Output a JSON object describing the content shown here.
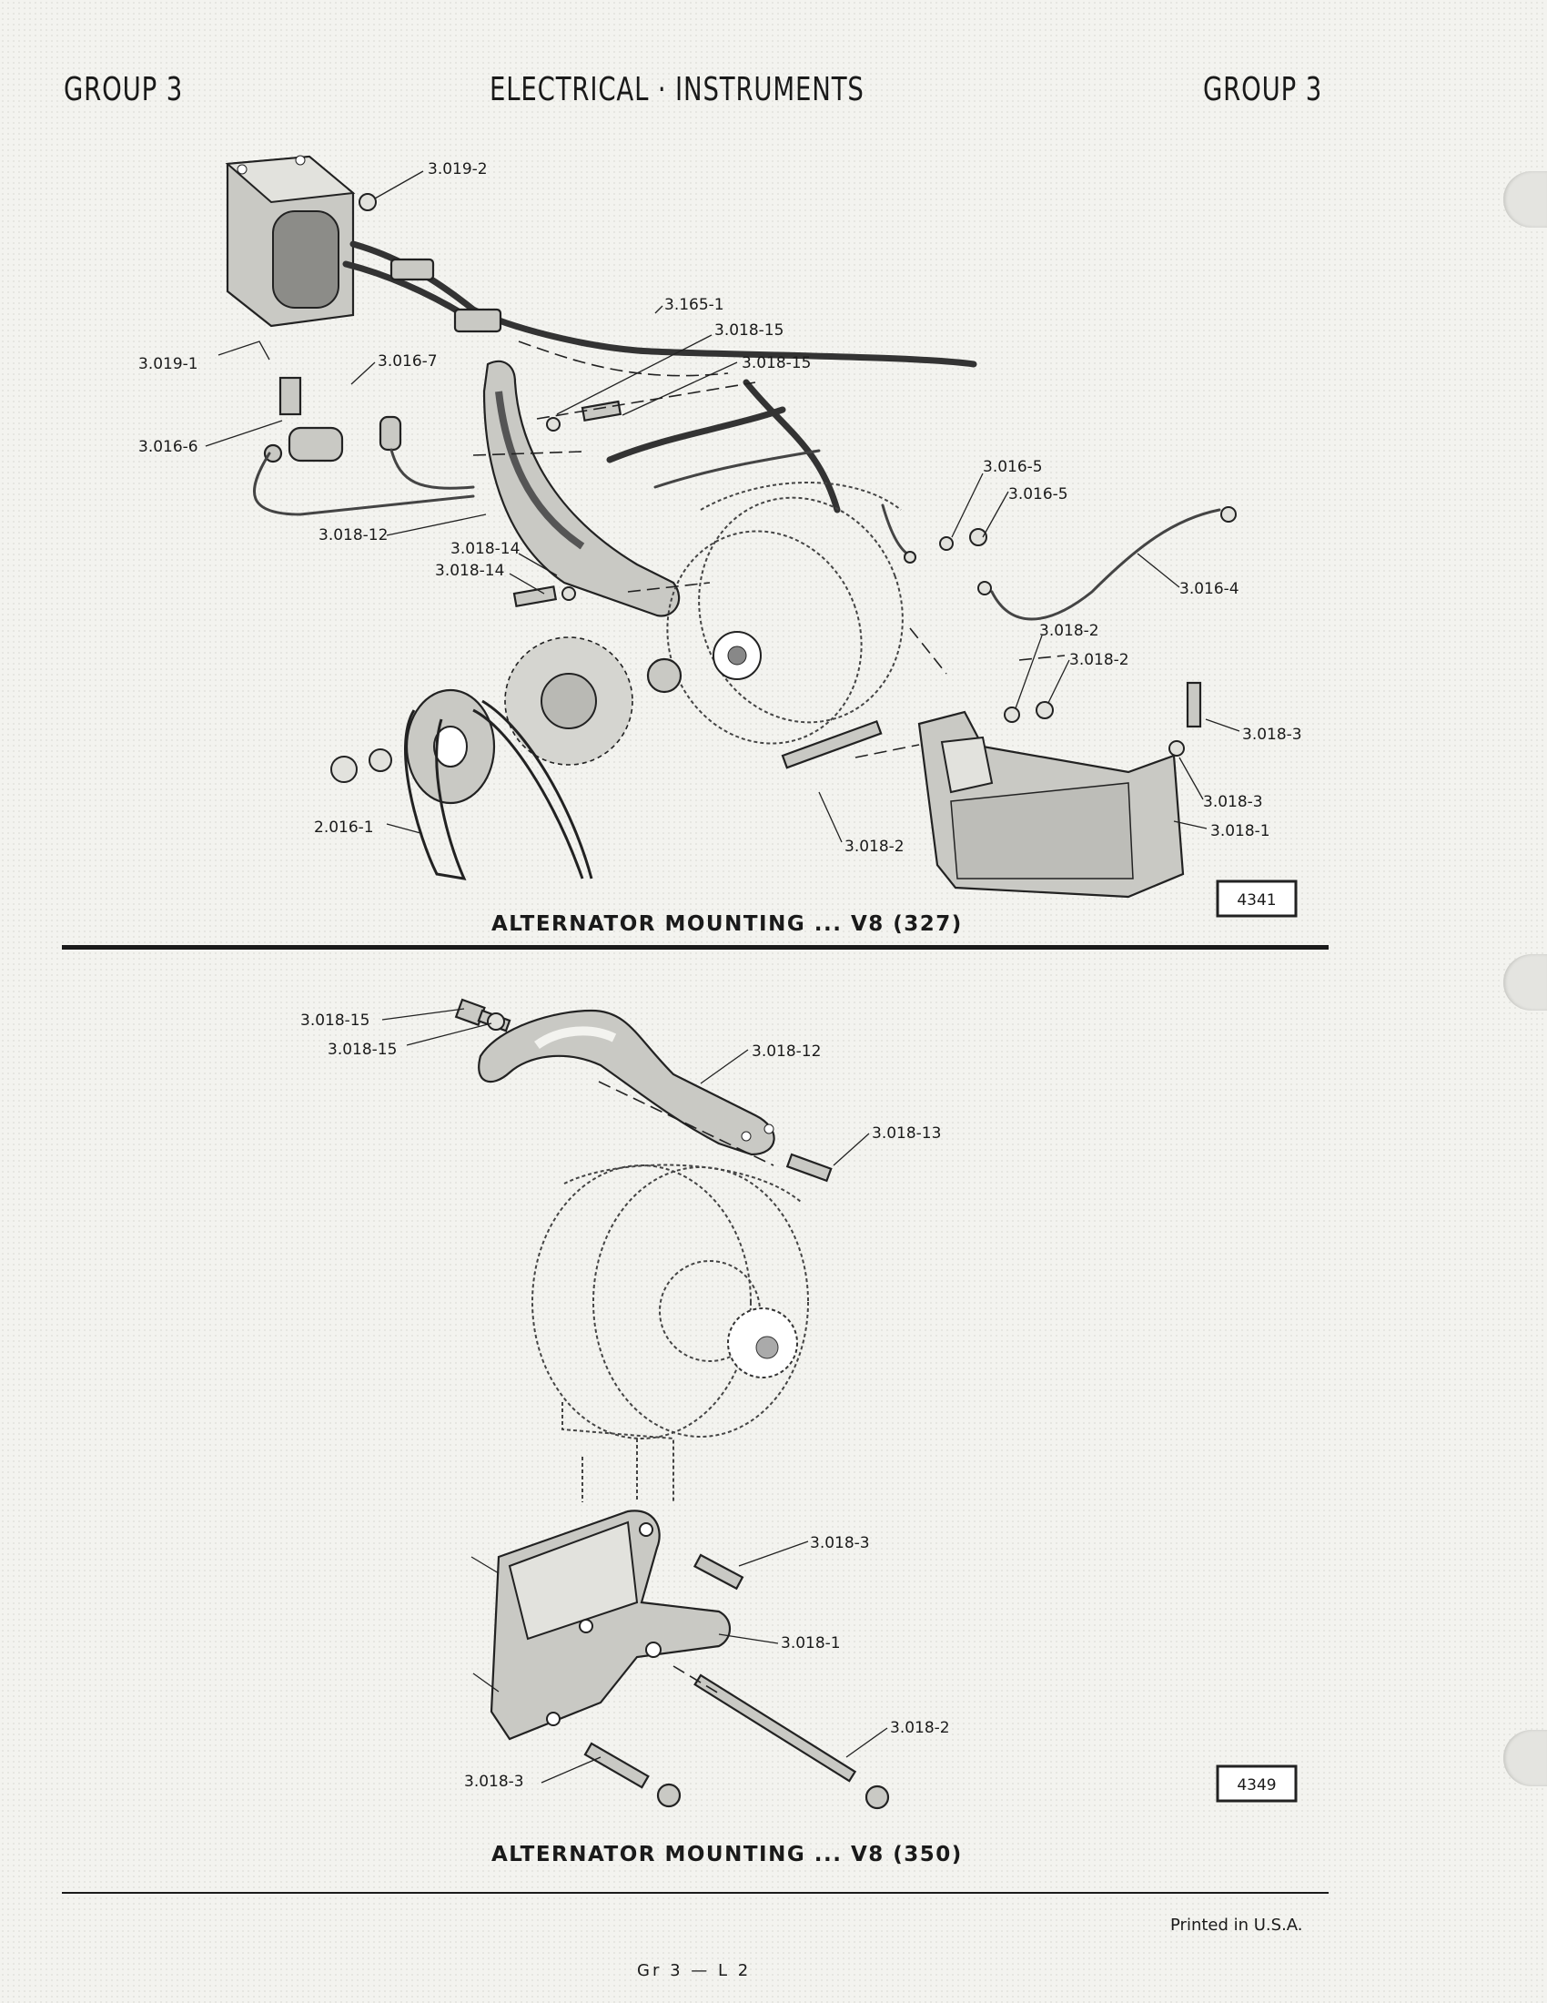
{
  "header": {
    "left": "GROUP 3",
    "title": "ELECTRICAL · INSTRUMENTS",
    "right": "GROUP 3"
  },
  "diagram_top": {
    "caption": "ALTERNATOR MOUNTING ... V8 (327)",
    "figure_number": "4341",
    "labels": [
      "3.019-2",
      "3.165-1",
      "3.018-15",
      "3.018-15",
      "3.019-1",
      "3.016-7",
      "3.016-6",
      "3.018-12",
      "3.016-5",
      "3.016-5",
      "3.018-14",
      "3.018-14",
      "3.016-4",
      "3.018-2",
      "3.018-2",
      "3.018-3",
      "3.018-3",
      "3.018-1",
      "3.018-2",
      "2.016-1"
    ]
  },
  "diagram_bottom": {
    "caption": "ALTERNATOR MOUNTING ... V8 (350)",
    "figure_number": "4349",
    "labels": [
      "3.018-15",
      "3.018-15",
      "3.018-12",
      "3.018-13",
      "3.018-3",
      "3.018-1",
      "3.018-2",
      "3.018-3"
    ]
  },
  "footer": {
    "printed": "Printed in U.S.A.",
    "page_ref": "Gr 3 — L 2"
  }
}
